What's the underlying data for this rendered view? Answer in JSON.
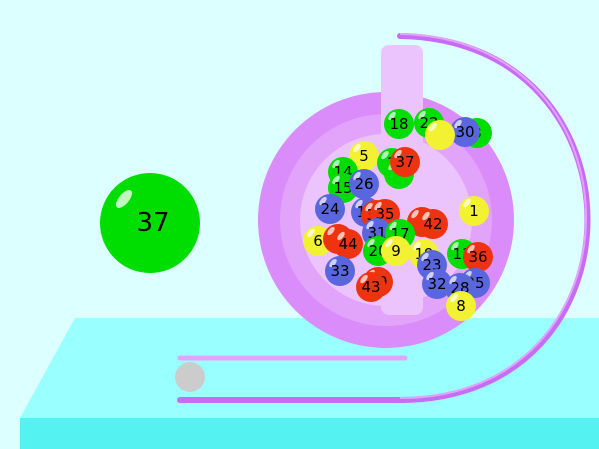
{
  "colors": {
    "background": "#dcffff",
    "table_top": "#99ffff",
    "table_front": "#55f2f2",
    "drum_outer": "#d98cfa",
    "drum_middle": "#e2a4fb",
    "drum_inner": "#ebc4fd",
    "rail": "#c86cf5",
    "green": "#00dd00",
    "yellow": "#f2f233",
    "red": "#ee3311",
    "blue": "#5a66dd",
    "exit_ball": "#cccccc"
  },
  "drawn_ball": {
    "number": "37",
    "color": "green"
  },
  "balls": [
    {
      "n": "18",
      "c": "green"
    },
    {
      "n": "22",
      "c": "green"
    },
    {
      "n": "3",
      "c": "green"
    },
    {
      "n": "30",
      "c": "blue"
    },
    {
      "n": "",
      "c": "yellow"
    },
    {
      "n": "5",
      "c": "yellow"
    },
    {
      "n": "2",
      "c": "green"
    },
    {
      "n": "",
      "c": "green"
    },
    {
      "n": "37",
      "c": "red"
    },
    {
      "n": "14",
      "c": "green"
    },
    {
      "n": "15",
      "c": "green"
    },
    {
      "n": "26",
      "c": "blue"
    },
    {
      "n": "24",
      "c": "blue"
    },
    {
      "n": "1",
      "c": "yellow"
    },
    {
      "n": "16",
      "c": "blue"
    },
    {
      "n": "38",
      "c": "red"
    },
    {
      "n": "35",
      "c": "red"
    },
    {
      "n": "4",
      "c": "red"
    },
    {
      "n": "42",
      "c": "red"
    },
    {
      "n": "6",
      "c": "yellow"
    },
    {
      "n": "",
      "c": "red"
    },
    {
      "n": "44",
      "c": "red"
    },
    {
      "n": "31",
      "c": "blue"
    },
    {
      "n": "17",
      "c": "green"
    },
    {
      "n": "20",
      "c": "green"
    },
    {
      "n": "9",
      "c": "yellow"
    },
    {
      "n": "19",
      "c": "yellow"
    },
    {
      "n": "12",
      "c": "green"
    },
    {
      "n": "36",
      "c": "red"
    },
    {
      "n": "33",
      "c": "blue"
    },
    {
      "n": "23",
      "c": "blue"
    },
    {
      "n": "29",
      "c": "red"
    },
    {
      "n": "43",
      "c": "red"
    },
    {
      "n": "32",
      "c": "blue"
    },
    {
      "n": "25",
      "c": "blue"
    },
    {
      "n": "28",
      "c": "blue"
    },
    {
      "n": "8",
      "c": "yellow"
    }
  ]
}
